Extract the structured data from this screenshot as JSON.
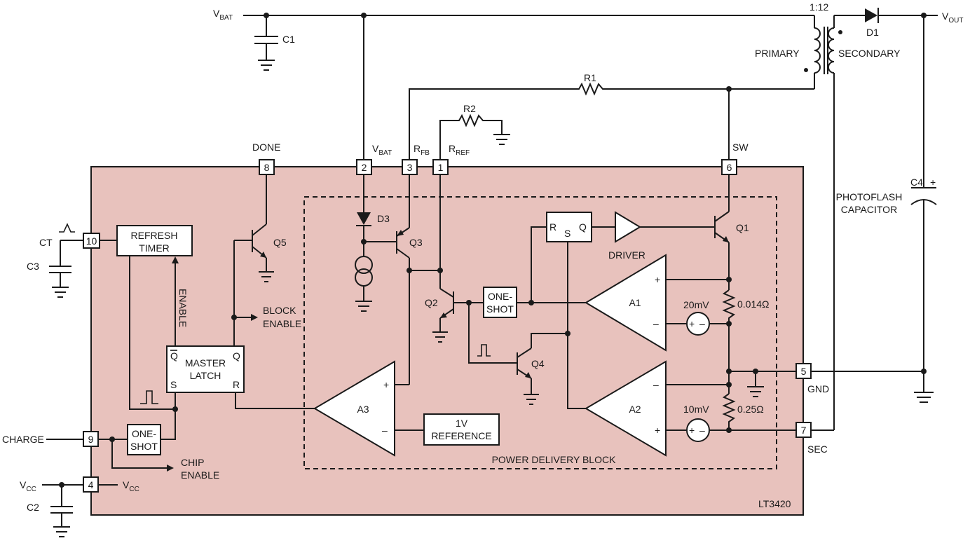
{
  "colors": {
    "chip_fill": "#e8c2bd",
    "chip_stroke": "#1a1a1a",
    "wire": "#1a1a1a"
  },
  "labels": {
    "vbat_main": "V",
    "vbat_main_sub": "BAT",
    "vout": "V",
    "vout_sub": "OUT",
    "c1": "C1",
    "ratio": "1:12",
    "d1": "D1",
    "primary": "PRIMARY",
    "secondary": "SECONDARY",
    "r1": "R1",
    "r2": "R2",
    "done": "DONE",
    "vbat_pin": "V",
    "vbat_pin_sub": "BAT",
    "rfb": "R",
    "rfb_sub": "FB",
    "rref": "R",
    "rref_sub": "REF",
    "sw": "SW",
    "c4": "C4",
    "c4_plus": "+",
    "photoflash1": "PHOTOFLASH",
    "photoflash2": "CAPACITOR",
    "ct": "CT",
    "c3": "C3",
    "refresh1": "REFRESH",
    "refresh2": "TIMER",
    "q5": "Q5",
    "enable": "ENABLE",
    "block_enable1": "BLOCK",
    "block_enable2": "ENABLE",
    "d3": "D3",
    "q3": "Q3",
    "q2": "Q2",
    "q4": "Q4",
    "q1": "Q1",
    "oneshot_top1": "ONE-",
    "oneshot_top2": "SHOT",
    "latch_r": "R",
    "latch_s": "S",
    "latch_q": "Q",
    "driver": "DRIVER",
    "a1": "A1",
    "a2": "A2",
    "a3": "A3",
    "mv20": "20mV",
    "mv10": "10mV",
    "res_014": "0.014Ω",
    "res_025": "0.25Ω",
    "master1": "MASTER",
    "master2": "LATCH",
    "master_qbar": "Q",
    "master_q": "Q",
    "master_s": "S",
    "master_r": "R",
    "ref1": "1V",
    "ref2": "REFERENCE",
    "pdb": "POWER DELIVERY BLOCK",
    "gnd": "GND",
    "sec": "SEC",
    "charge": "CHARGE",
    "oneshot_bot1": "ONE-",
    "oneshot_bot2": "SHOT",
    "chip_enable1": "CHIP",
    "chip_enable2": "ENABLE",
    "vcc_left": "V",
    "vcc_left_sub": "CC",
    "vcc_pin": "V",
    "vcc_pin_sub": "CC",
    "c2": "C2",
    "part": "LT3420",
    "plus": "+",
    "minus": "–"
  },
  "pins": {
    "p8": "8",
    "p2": "2",
    "p3": "3",
    "p1": "1",
    "p6": "6",
    "p10": "10",
    "p9": "9",
    "p4": "4",
    "p5": "5",
    "p7": "7"
  }
}
